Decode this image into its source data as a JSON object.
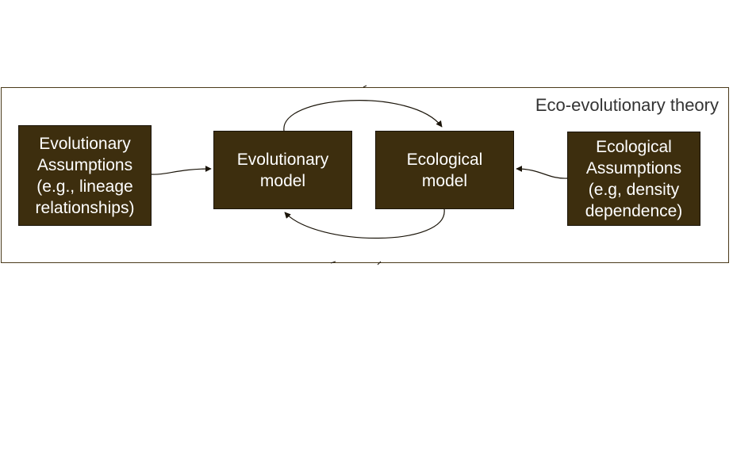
{
  "diagram": {
    "frame_title": "Eco-evolutionary theory",
    "box_fill": "#3d2e0e",
    "line_color": "#1a1409",
    "boxes": {
      "evolutionary_assumptions": "Evolutionary\nAssumptions\n(e.g., lineage\nrelationships)",
      "evolutionary_model": "Evolutionary\nmodel",
      "ecological_model": "Ecological\nmodel",
      "ecological_assumptions": "Ecological\nAssumptions\n(e.g, density\ndependence)"
    }
  }
}
